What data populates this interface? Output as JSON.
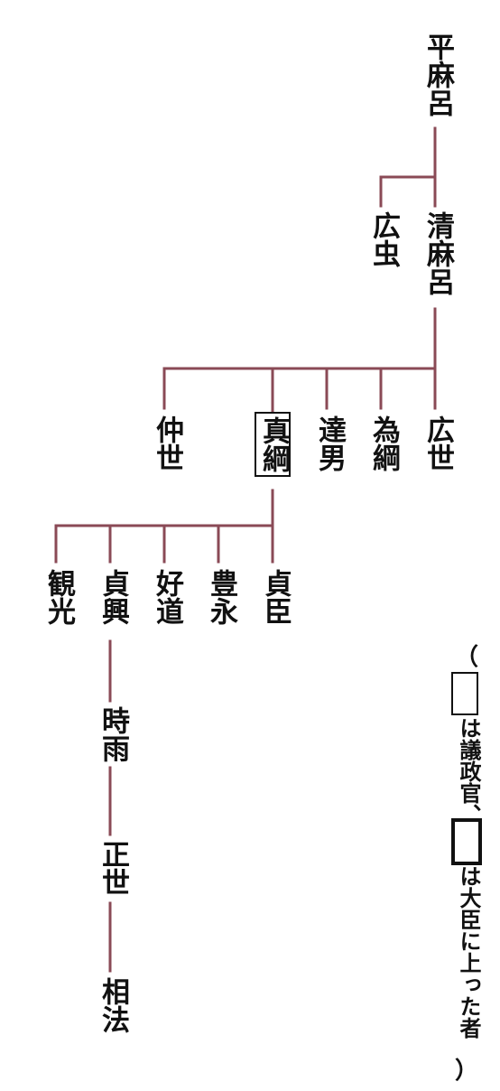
{
  "people": {
    "heimaro": "平麻呂",
    "hiromushi": "広虫",
    "kiyomaro": "清麻呂",
    "nakayo": "仲世",
    "matsuna": "真綱",
    "tatsuo": "達男",
    "tametsuna": "為綱",
    "hiroyo": "広世",
    "kanko": "観光",
    "sadaoki": "貞興",
    "yoshimichi": "好道",
    "toyonaga": "豊永",
    "sadaomi": "貞臣",
    "tokisame": "時雨",
    "masayo": "正世",
    "aikiyo": "相法"
  },
  "legend": {
    "open": "（",
    "text1": "は議政官、",
    "text2": "は大臣に上った者",
    "close": "）"
  },
  "colors": {
    "line": "#8a4a56",
    "text": "#111111"
  }
}
